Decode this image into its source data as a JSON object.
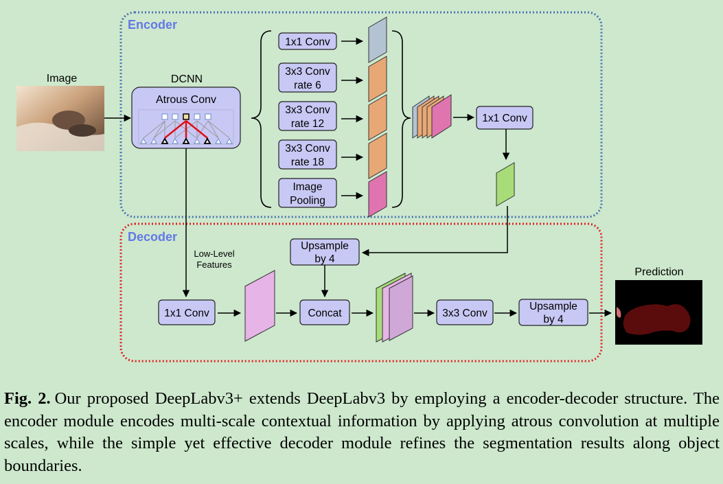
{
  "sections": {
    "encoder": "Encoder",
    "decoder": "Decoder"
  },
  "labels": {
    "image": "Image",
    "dcnn": "DCNN",
    "atrous": "Atrous Conv",
    "low_level_1": "Low-Level",
    "low_level_2": "Features",
    "prediction": "Prediction"
  },
  "encoder_branches": [
    {
      "line1": "1x1 Conv",
      "line2": "",
      "color": "#b4c3d2"
    },
    {
      "line1": "3x3 Conv",
      "line2": "rate 6",
      "color": "#e8a876"
    },
    {
      "line1": "3x3 Conv",
      "line2": "rate 12",
      "color": "#e8a876"
    },
    {
      "line1": "3x3 Conv",
      "line2": "rate 18",
      "color": "#e8a876"
    },
    {
      "line1": "Image",
      "line2": "Pooling",
      "color": "#e074b0"
    }
  ],
  "blocks": {
    "enc_1x1": "1x1 Conv",
    "dec_upsample_1": "Upsample",
    "dec_upsample_2": "by 4",
    "dec_1x1": "1x1 Conv",
    "concat": "Concat",
    "conv3x3": "3x3 Conv",
    "final_up_1": "Upsample",
    "final_up_2": "by 4"
  },
  "colors": {
    "encoder_border": "#4a72b0",
    "decoder_border": "#e02020",
    "section_title": "#6478e6",
    "block_fill": "#c8c8f5",
    "green_feature": "#a8dc78",
    "pink_feature": "#e6b4e6"
  },
  "caption": {
    "label": "Fig. 2.",
    "text": "Our proposed DeepLabv3+ extends DeepLabv3 by employing a encoder-decoder structure. The encoder module encodes multi-scale contextual information by applying atrous convolution at multiple scales, while the simple yet effective decoder module refines the segmentation results along object boundaries."
  }
}
